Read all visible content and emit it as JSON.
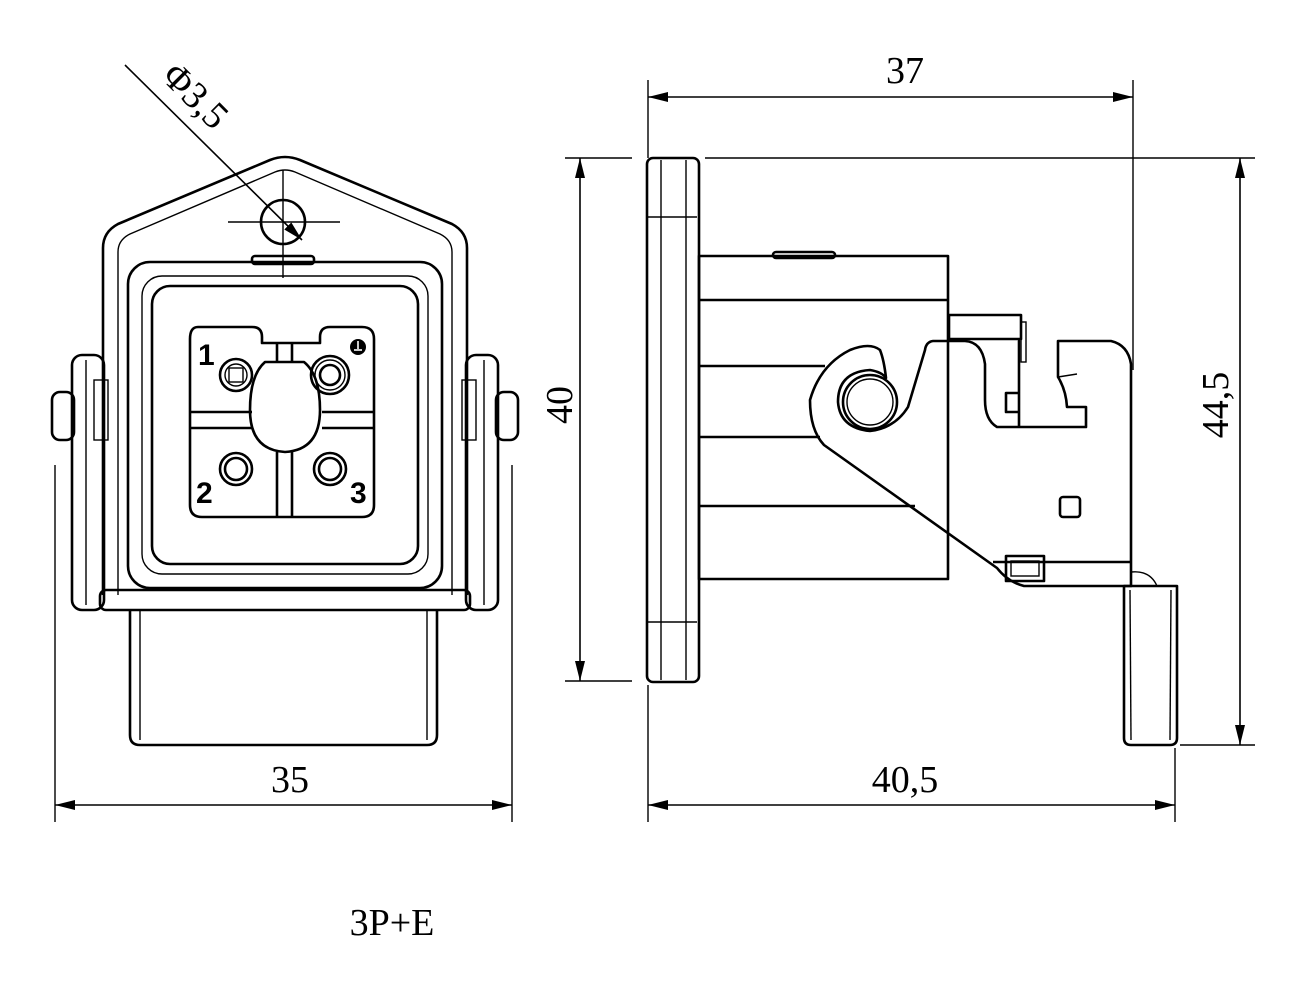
{
  "title": "3P+E",
  "front_view": {
    "hole_diameter_label": "Φ3,5",
    "width_label": "35",
    "pins": [
      "1",
      "2",
      "3"
    ],
    "earth_symbol": "earth-icon"
  },
  "side_view": {
    "depth_label": "37",
    "plate_height_label": "40",
    "overall_height_label": "44,5",
    "overall_depth_label": "40,5"
  }
}
